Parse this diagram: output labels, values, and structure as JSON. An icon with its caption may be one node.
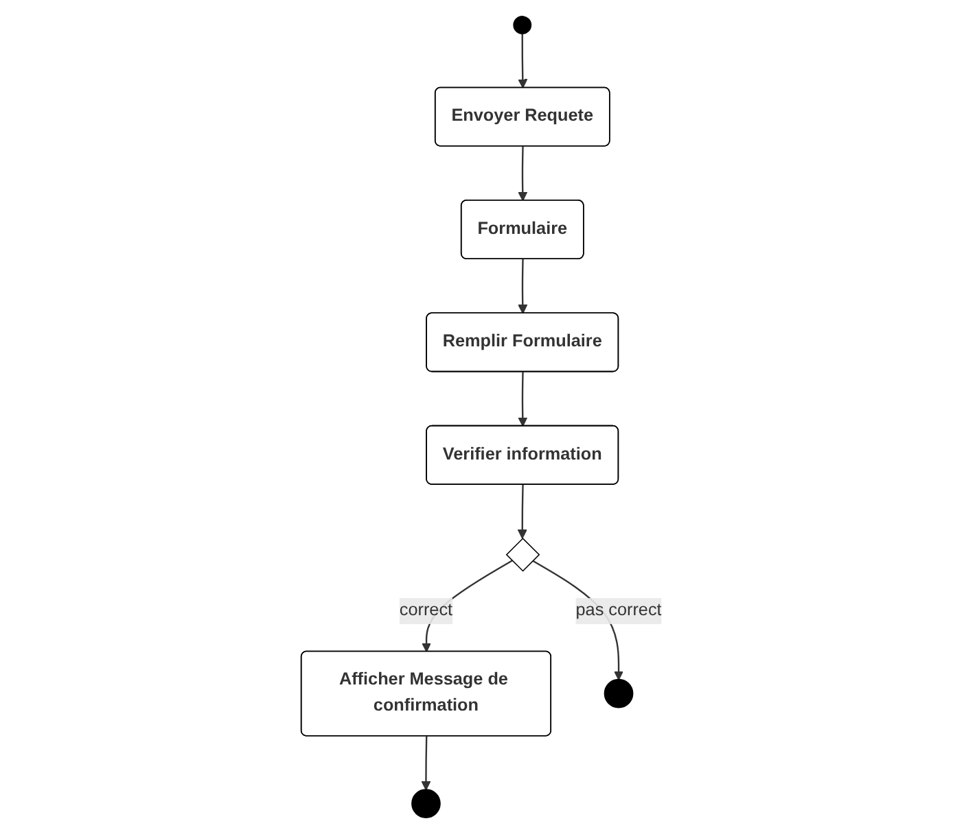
{
  "diagram": {
    "nodes": [
      {
        "text": [],
        "shape": "circle"
      },
      {
        "text": [
          "Envoyer Requete"
        ]
      },
      {
        "text": [
          "Formulaire"
        ]
      },
      {
        "text": [
          "Remplir Formulaire"
        ]
      },
      {
        "text": [
          "Verifier information"
        ]
      },
      {
        "text": [],
        "shape": "diamond"
      },
      {
        "text": [
          "Afficher Message de confirmation"
        ]
      },
      {
        "text": [],
        "shape": "circle"
      },
      {
        "text": [],
        "shape": "circle"
      }
    ],
    "edges": [
      {
        "from": 0,
        "to": 1,
        "arrow": "to"
      },
      {
        "from": 1,
        "to": 2,
        "arrow": "to"
      },
      {
        "from": 2,
        "to": 3,
        "arrow": "to"
      },
      {
        "from": 3,
        "to": 4,
        "arrow": "to"
      },
      {
        "from": 4,
        "to": 5,
        "arrow": "to"
      },
      {
        "from": 5,
        "to": 6,
        "arrow": "to",
        "label": "correct"
      },
      {
        "from": 5,
        "to": 7,
        "arrow": "to",
        "label": "pas correct"
      },
      {
        "from": 6,
        "to": 8,
        "arrow": "to"
      }
    ]
  }
}
